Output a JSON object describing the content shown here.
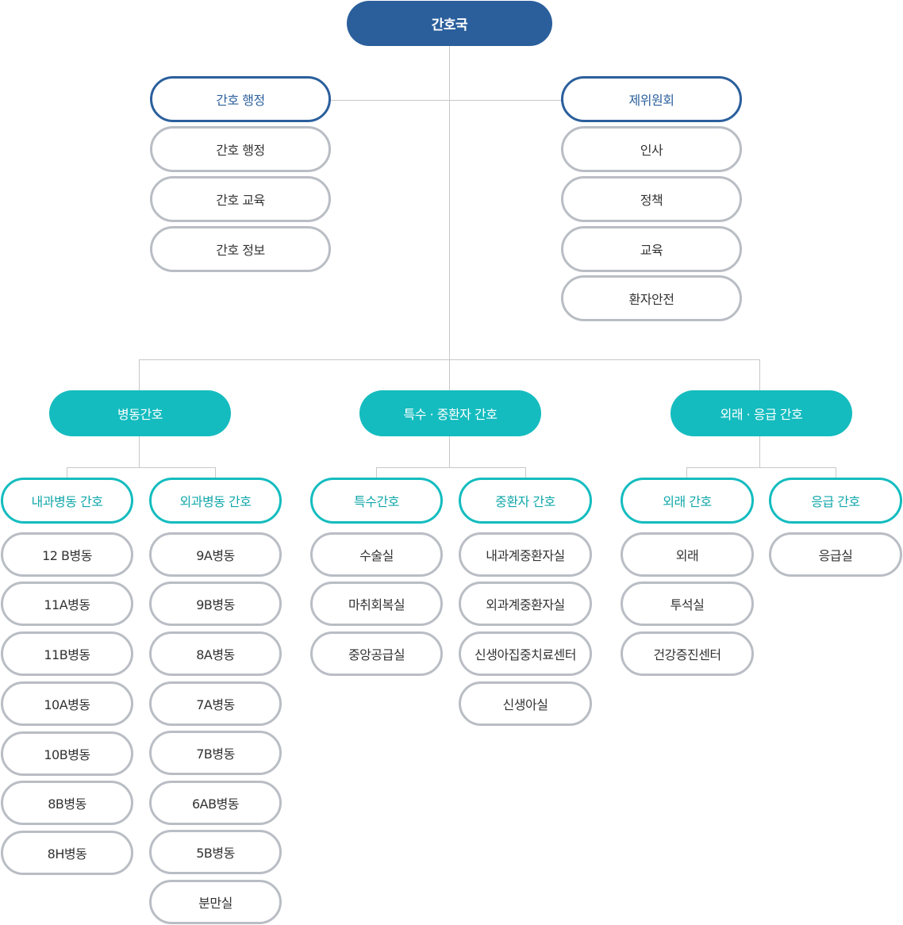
{
  "root": "간호국",
  "admin": {
    "header": "간호 행정",
    "items": [
      "간호 행정",
      "간호 교육",
      "간호 정보"
    ]
  },
  "committee": {
    "header": "제위원회",
    "items": [
      "인사",
      "정책",
      "교육",
      "환자안전"
    ]
  },
  "ward": {
    "header": "병동간호",
    "internal": {
      "header": "내과병동 간호",
      "items": [
        "12 B병동",
        "11A병동",
        "11B병동",
        "10A병동",
        "10B병동",
        "8B병동",
        "8H병동"
      ]
    },
    "surgical": {
      "header": "외과병동 간호",
      "items": [
        "9A병동",
        "9B병동",
        "8A병동",
        "7A병동",
        "7B병동",
        "6AB병동",
        "5B병동",
        "분만실"
      ]
    }
  },
  "special": {
    "header": "특수 · 중환자 간호",
    "special_care": {
      "header": "특수간호",
      "items": [
        "수술실",
        "마취회복실",
        "중앙공급실"
      ]
    },
    "icu": {
      "header": "중환자 간호",
      "items": [
        "내과계중환자실",
        "외과계중환자실",
        "신생아집중치료센터",
        "신생아실"
      ]
    }
  },
  "outpatient": {
    "header": "외래 · 응급 간호",
    "outpatient_care": {
      "header": "외래 간호",
      "items": [
        "외래",
        "투석실",
        "건강증진센터"
      ]
    },
    "emergency": {
      "header": "응급 간호",
      "items": [
        "응급실"
      ]
    }
  },
  "colors": {
    "navy": "#2b5f9c",
    "teal": "#14bcbf",
    "gray_border": "#b9bdc4",
    "line": "#c8c8c8"
  }
}
